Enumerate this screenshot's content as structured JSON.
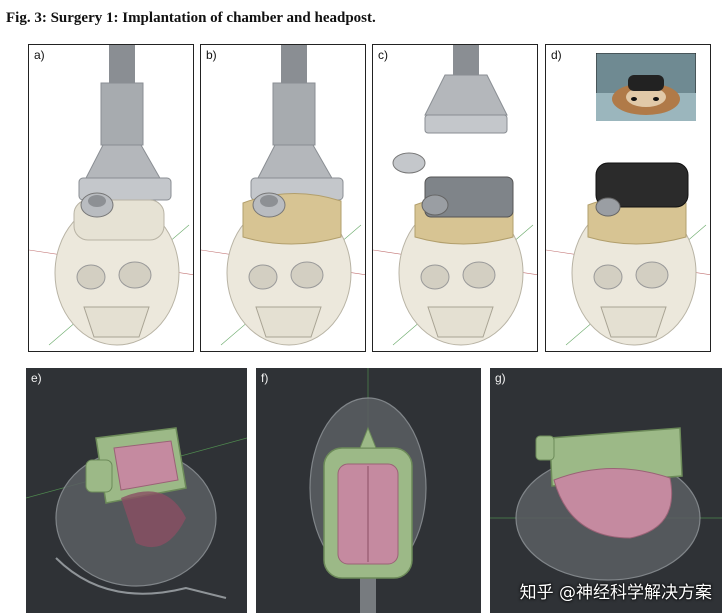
{
  "figure": {
    "title": "Fig. 3: Surgery 1: Implantation of chamber and headpost."
  },
  "panels": [
    {
      "label": "a)"
    },
    {
      "label": "b)"
    },
    {
      "label": "c)"
    },
    {
      "label": "d)"
    },
    {
      "label": "e)"
    },
    {
      "label": "f)"
    },
    {
      "label": "g)"
    }
  ],
  "watermark": {
    "text": "知乎 @神经科学解决方案"
  },
  "colors": {
    "bone": "#ece8dc",
    "acrylic": "#d7c493",
    "metal": "#9a9ea3",
    "cap": "#2b2b2b",
    "chamber": "#9cb987",
    "brain": "#c58aa0",
    "render_bg": "#2f3236"
  }
}
